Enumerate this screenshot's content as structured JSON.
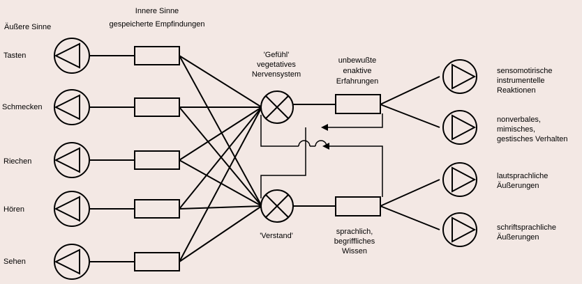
{
  "headers": {
    "outer_senses": "Äußere Sinne",
    "inner_senses_line1": "Innere Sinne",
    "inner_senses_line2": "gespeicherte Empfindungen"
  },
  "senses": [
    "Tasten",
    "Schmecken",
    "Riechen",
    "Hören",
    "Sehen"
  ],
  "feeling_node": {
    "line1": "'Gefühl'",
    "line2": "vegetatives",
    "line3": "Nervensystem"
  },
  "reason_node": {
    "label": "'Verstand'"
  },
  "unconscious_box": {
    "line1": "unbewußte",
    "line2": "enaktive",
    "line3": "Erfahrungen"
  },
  "verbal_box": {
    "line1": "sprachlich,",
    "line2": "begriffliches",
    "line3": "Wissen"
  },
  "outputs": [
    {
      "lines": [
        "sensomotirische",
        "instrumentelle",
        "Reaktionen"
      ]
    },
    {
      "lines": [
        "nonverbales,",
        "mimisches,",
        "gestisches Verhalten"
      ]
    },
    {
      "lines": [
        "lautsprachliche",
        "Äußerungen"
      ]
    },
    {
      "lines": [
        "schriftsprachliche",
        "Äußerungen"
      ]
    }
  ],
  "colors": {
    "background": "#f3e8e4",
    "stroke": "#000000"
  }
}
